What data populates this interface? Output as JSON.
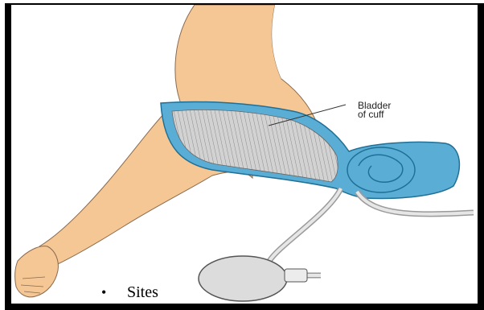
{
  "figure": {
    "label_line_1": "Bladder",
    "label_line_2": "of cuff",
    "colors": {
      "skin": "#f4c795",
      "skin_outline": "#8a6a4e",
      "cuff_blue": "#5aaed6",
      "cuff_outline": "#1f6f96",
      "bladder_gray": "#d2d2d2",
      "tubing": "#e6e6e6",
      "bulb": "#dcdcdc"
    }
  },
  "slide": {
    "bullet_symbol": "•",
    "bullet_text": "Sites"
  }
}
